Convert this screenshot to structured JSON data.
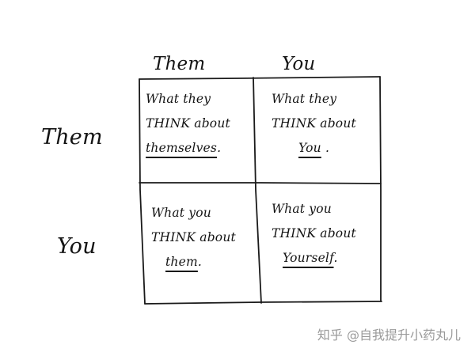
{
  "columns": {
    "them": "Them",
    "you": "You"
  },
  "rows": {
    "them": "Them",
    "you": "You"
  },
  "cells": {
    "top_left": {
      "line1": "What they",
      "line2": "THINK about",
      "line3": "themselves",
      "end": "."
    },
    "top_right": {
      "line1": "What they",
      "line2": "THINK about",
      "line3": "You",
      "end": "."
    },
    "bottom_left": {
      "line1": "What you",
      "line2": "THINK about",
      "line3": "them",
      "end": "."
    },
    "bottom_right": {
      "line1": "What you",
      "line2": "THINK about",
      "line3": "Yourself",
      "end": "."
    }
  },
  "watermark": "知乎 @自我提升小药丸儿",
  "colors": {
    "ink": "#141414",
    "background": "#ffffff",
    "watermark": "#9a9a9a"
  }
}
